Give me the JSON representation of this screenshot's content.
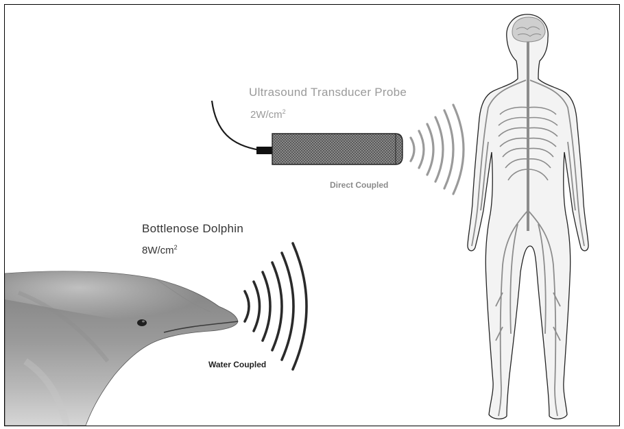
{
  "probe": {
    "title": "Ultrasound Transducer Probe",
    "intensity_value": "2W/cm",
    "intensity_exp": "2",
    "coupling": "Direct Coupled"
  },
  "dolphin": {
    "title": "Bottlenose Dolphin",
    "intensity_value": "8W/cm",
    "intensity_exp": "2",
    "coupling": "Water Coupled"
  },
  "colors": {
    "waves_probe": "#9a9a9a",
    "waves_dolphin": "#2a2a2a",
    "nerves": "#8c8c8c",
    "probe_body": "#6e6e6e"
  }
}
